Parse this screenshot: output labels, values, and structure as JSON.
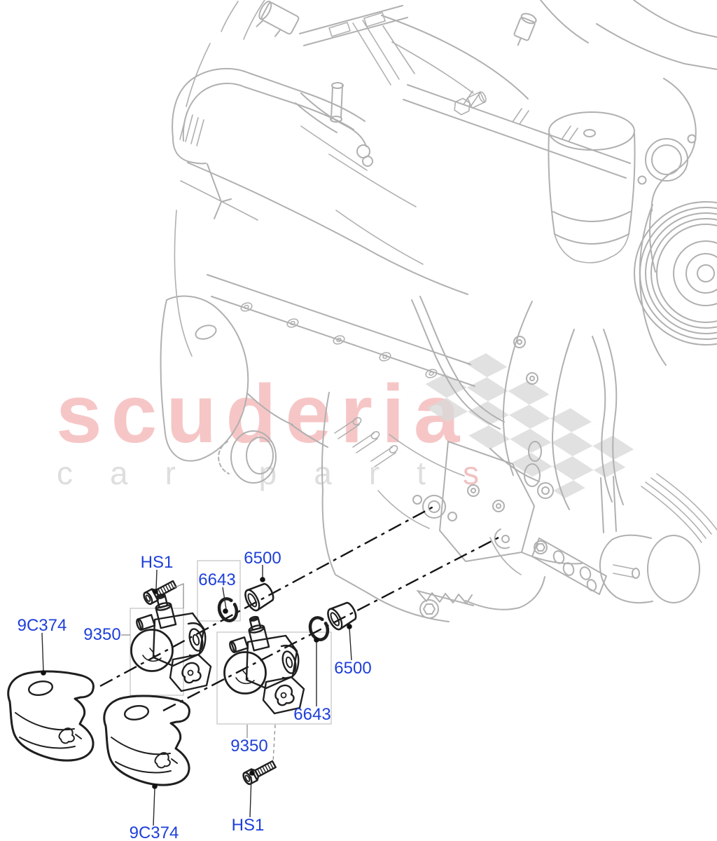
{
  "watermark": {
    "brand": "scuderia",
    "tagline": "car parts",
    "tagline_gray": "car part",
    "tagline_accent": "s",
    "brand_color": "#f6c6c6",
    "tagline_color": "#dedede",
    "checker_color": "#d9d9d9"
  },
  "diagram": {
    "type": "exploded-parts-diagram",
    "subject": "engine high pressure fuel pump assembly",
    "label_color": "#1e3fd9",
    "callouts": [
      {
        "id": "hs1-top",
        "label": "HS1"
      },
      {
        "id": "6643-upper",
        "label": "6643"
      },
      {
        "id": "6500-upper",
        "label": "6500"
      },
      {
        "id": "9c374-left",
        "label": "9C374"
      },
      {
        "id": "9350-left",
        "label": "9350"
      },
      {
        "id": "6500-right",
        "label": "6500"
      },
      {
        "id": "6643-lower",
        "label": "6643"
      },
      {
        "id": "9350-lower",
        "label": "9350"
      },
      {
        "id": "hs1-bottom",
        "label": "HS1"
      },
      {
        "id": "9c374-bottom",
        "label": "9C374"
      }
    ]
  }
}
